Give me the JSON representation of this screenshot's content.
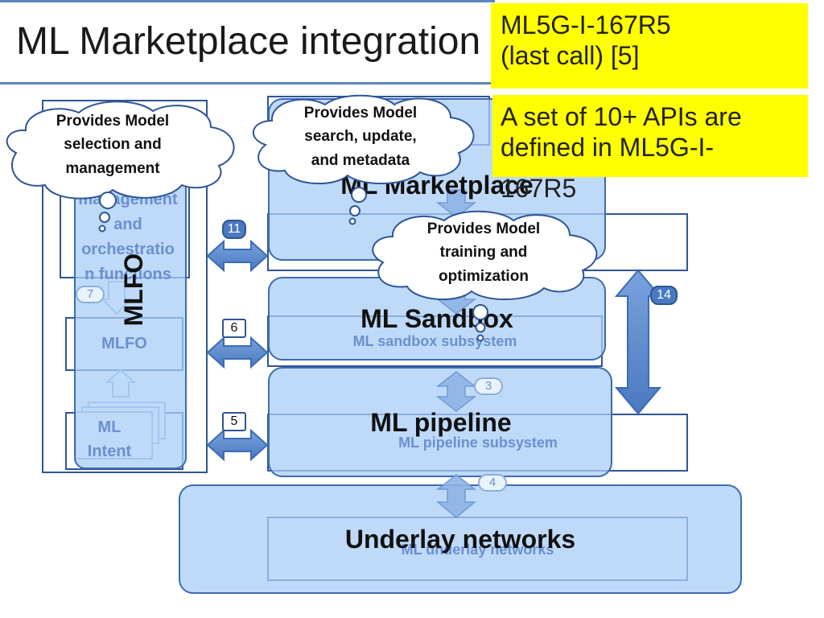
{
  "title": "ML Marketplace integration",
  "callouts": {
    "doc_ref_line1": "ML5G-I-167R5",
    "doc_ref_line2": "(last call) [5]",
    "apis_line1": "A set of 10+ APIs are",
    "apis_line2": "defined in ML5G-I-",
    "apis_line3": "167R5"
  },
  "left_panel": {
    "mlfo_vertical": "MLFO",
    "mgmt_text_1": "management",
    "mgmt_text_2": "and",
    "mgmt_text_3": "orchestratio",
    "mgmt_text_4": "n functions",
    "mlfo_box": "MLFO",
    "ml_intent_1": "ML",
    "ml_intent_2": "Intent"
  },
  "blocks": {
    "marketplace": "ML Marketplace",
    "sandbox": "ML Sandbox",
    "sandbox_sub": "ML sandbox subsystem",
    "pipeline": "ML pipeline",
    "pipeline_sub": "ML pipeline subsystem",
    "underlay": "Underlay networks",
    "underlay_sub": "ML underlay networks"
  },
  "clouds": {
    "left_1": "Provides Model",
    "left_2": "selection and",
    "left_3": "management",
    "top_1": "Provides Model",
    "top_2": "search, update,",
    "top_3": "and metadata",
    "mid_1": "Provides Model",
    "mid_2": "training and",
    "mid_3": "optimization"
  },
  "refs": {
    "r11": "11",
    "r7": "7",
    "r6": "6",
    "r5": "5",
    "r3": "3",
    "r4": "4",
    "r14": "14"
  },
  "colors": {
    "accent_blue": "#3c6bb3",
    "pill_fill": "#aacdf5",
    "highlight": "#ffff00"
  }
}
